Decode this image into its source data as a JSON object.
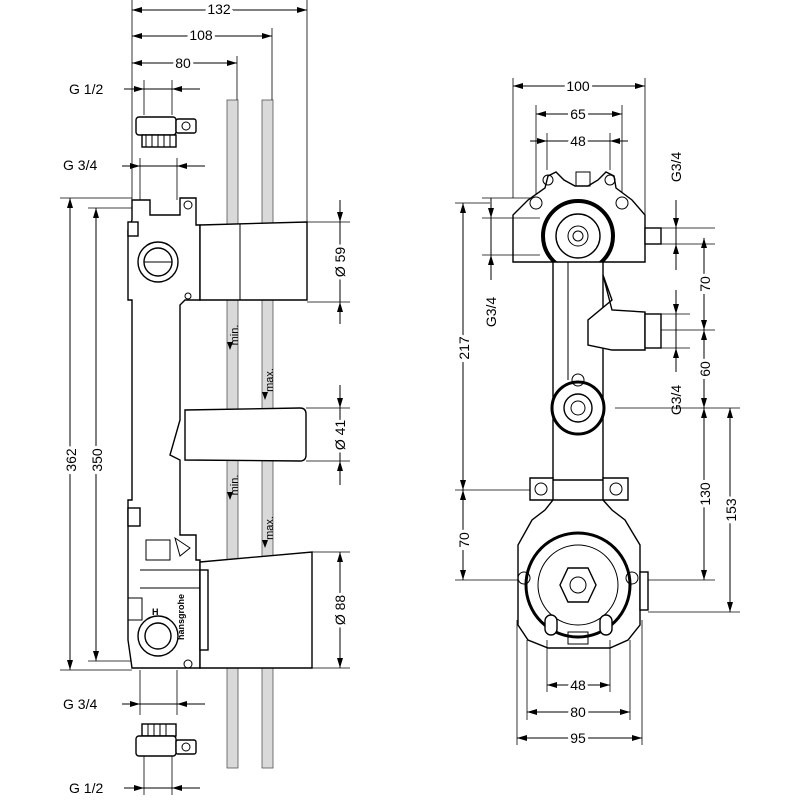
{
  "side_view": {
    "dims_top": [
      "132",
      "108",
      "80"
    ],
    "thread_top_inner": "G 1/2",
    "thread_top_outer": "G 3/4",
    "thread_bottom_outer": "G 3/4",
    "thread_bottom_inner": "G 1/2",
    "height_total": "362",
    "height_inner": "350",
    "diameters": [
      "Ø 59",
      "Ø 41",
      "Ø 88"
    ],
    "min_label": "min.",
    "max_label": "max."
  },
  "front_view": {
    "dims_top": [
      "100",
      "65",
      "48"
    ],
    "dims_bottom": [
      "48",
      "80",
      "95"
    ],
    "left_threads": [
      "G3/4"
    ],
    "right_threads": [
      "G3/4",
      "G3/4"
    ],
    "left_heights": [
      "217",
      "70"
    ],
    "right_heights": [
      "70",
      "60",
      "130",
      "153"
    ]
  }
}
